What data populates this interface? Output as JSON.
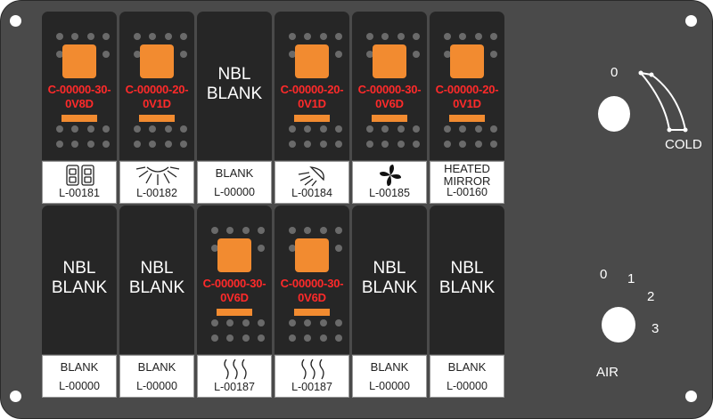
{
  "top_row": [
    {
      "type": "switch",
      "part": "C-00000-30-0V8D",
      "part_l1": "C-00000-30-",
      "part_l2": "0V8D",
      "icon": "seat-icon",
      "label_text": "",
      "label_code": "L-00181"
    },
    {
      "type": "switch",
      "part": "C-00000-20-0V1D",
      "part_l1": "C-00000-20-",
      "part_l2": "0V1D",
      "icon": "sun-icon",
      "label_text": "",
      "label_code": "L-00182"
    },
    {
      "type": "blank",
      "blank_l1": "NBL",
      "blank_l2": "BLANK",
      "label_text": "BLANK",
      "label_code": "L-00000"
    },
    {
      "type": "switch",
      "part": "C-00000-20-0V1D",
      "part_l1": "C-00000-20-",
      "part_l2": "0V1D",
      "icon": "dome-light-icon",
      "label_text": "",
      "label_code": "L-00184"
    },
    {
      "type": "switch",
      "part": "C-00000-30-0V6D",
      "part_l1": "C-00000-30-",
      "part_l2": "0V6D",
      "icon": "fan-icon",
      "label_text": "",
      "label_code": "L-00185"
    },
    {
      "type": "switch",
      "part": "C-00000-20-0V1D",
      "part_l1": "C-00000-20-",
      "part_l2": "0V1D",
      "icon": "",
      "label_text": "HEATED MIRROR",
      "label_l1": "HEATED",
      "label_l2": "MIRROR",
      "label_code": "L-00160"
    }
  ],
  "bottom_row": [
    {
      "type": "blank",
      "blank_l1": "NBL",
      "blank_l2": "BLANK",
      "label_text": "BLANK",
      "label_code": "L-00000"
    },
    {
      "type": "blank",
      "blank_l1": "NBL",
      "blank_l2": "BLANK",
      "label_text": "BLANK",
      "label_code": "L-00000"
    },
    {
      "type": "switch",
      "part": "C-00000-30-0V6D",
      "part_l1": "C-00000-30-",
      "part_l2": "0V6D",
      "icon": "heat-icon",
      "label_text": "",
      "label_code": "L-00187"
    },
    {
      "type": "switch",
      "part": "C-00000-30-0V6D",
      "part_l1": "C-00000-30-",
      "part_l2": "0V6D",
      "icon": "heat-icon",
      "label_text": "",
      "label_code": "L-00187"
    },
    {
      "type": "blank",
      "blank_l1": "NBL",
      "blank_l2": "BLANK",
      "label_text": "BLANK",
      "label_code": "L-00000"
    },
    {
      "type": "blank",
      "blank_l1": "NBL",
      "blank_l2": "BLANK",
      "label_text": "BLANK",
      "label_code": "L-00000"
    }
  ],
  "temp_knob": {
    "zero_label": "0",
    "cold_label": "COLD"
  },
  "air_knob": {
    "labels": [
      "0",
      "1",
      "2",
      "3"
    ],
    "air_label": "AIR"
  },
  "colors": {
    "panel": "#4a4a4a",
    "switch": "#262626",
    "lamp": "#f28b30",
    "part_text": "#ff2a2a"
  }
}
